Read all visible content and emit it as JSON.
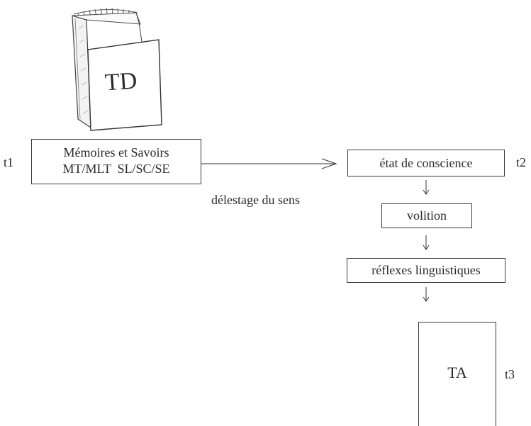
{
  "book": {
    "label": "TD"
  },
  "labels": {
    "t1": "t1",
    "t2": "t2",
    "t3": "t3",
    "offload": "délestage du sens"
  },
  "memory_box": {
    "line1": "Mémoires et Savoirs",
    "line2": "MT/MLT  SL/SC/SE"
  },
  "steps": [
    {
      "label": "état de conscience"
    },
    {
      "label": "volition"
    },
    {
      "label": "réflexes linguistiques"
    }
  ],
  "output_box": {
    "label": "TA"
  }
}
